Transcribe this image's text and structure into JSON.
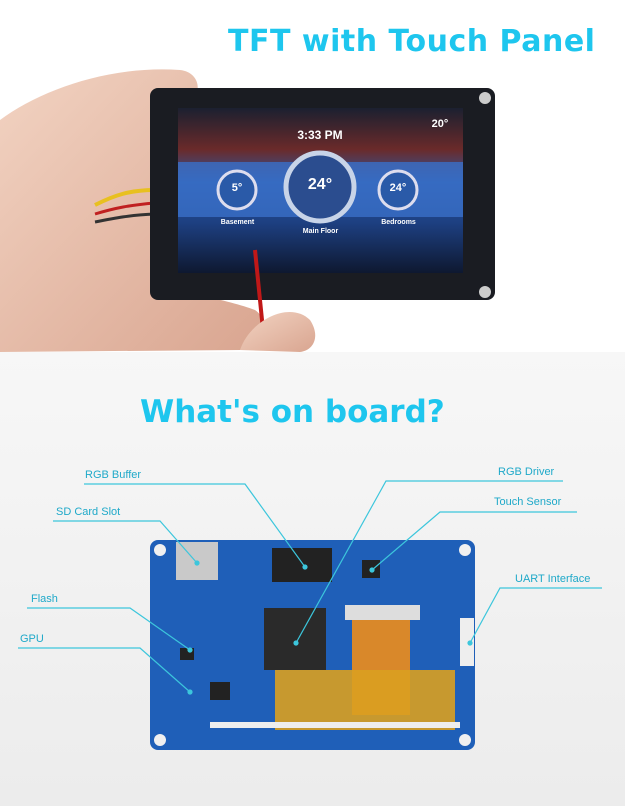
{
  "headings": {
    "top": "TFT with Touch Panel",
    "bottom": "What's on board?"
  },
  "screen": {
    "time": "3:33 PM",
    "outside_temp": "20°",
    "rooms": [
      {
        "name": "Basement",
        "temp": "5°"
      },
      {
        "name": "Main Floor",
        "temp": "24°"
      },
      {
        "name": "Bedrooms",
        "temp": "24°"
      }
    ]
  },
  "callouts": [
    "RGB Buffer",
    "SD Card Slot",
    "Flash",
    "GPU",
    "RGB Driver",
    "Touch Sensor",
    "UART Interface"
  ],
  "colors": {
    "accent": "#1ec6ee",
    "callout_line": "#3cc6dc",
    "pcb": "#1f5fb8"
  }
}
